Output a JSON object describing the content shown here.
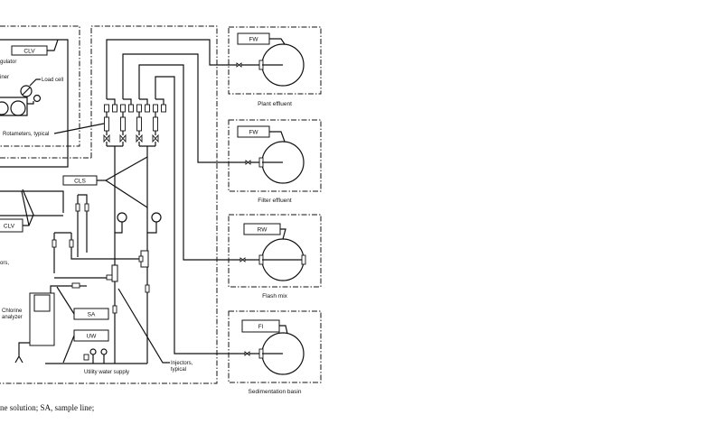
{
  "labels": {
    "clv_top": "CLV",
    "regulator_partial": "gulator",
    "container_partial": "iner",
    "load_cell": "Load cell",
    "rotameters": "Rotameters, typical",
    "cls": "CLS",
    "clv_left": "CLV",
    "partial_left": "ors,",
    "chlorine_analyzer_line1": "Chlorine",
    "chlorine_analyzer_line2": "analyzer",
    "sa": "SA",
    "uw": "UW",
    "utility_water_supply": "Utility water supply",
    "injectors_line1": "Injectors,",
    "injectors_line2": "typical"
  },
  "destinations": [
    {
      "tag": "FW",
      "name": "Plant effluent"
    },
    {
      "tag": "FW",
      "name": "Filter effluent"
    },
    {
      "tag": "RW",
      "name": "Flash mix"
    },
    {
      "tag": "FI",
      "name": "Sedimentation basin"
    }
  ],
  "caption": "ne solution; SA, sample line;"
}
